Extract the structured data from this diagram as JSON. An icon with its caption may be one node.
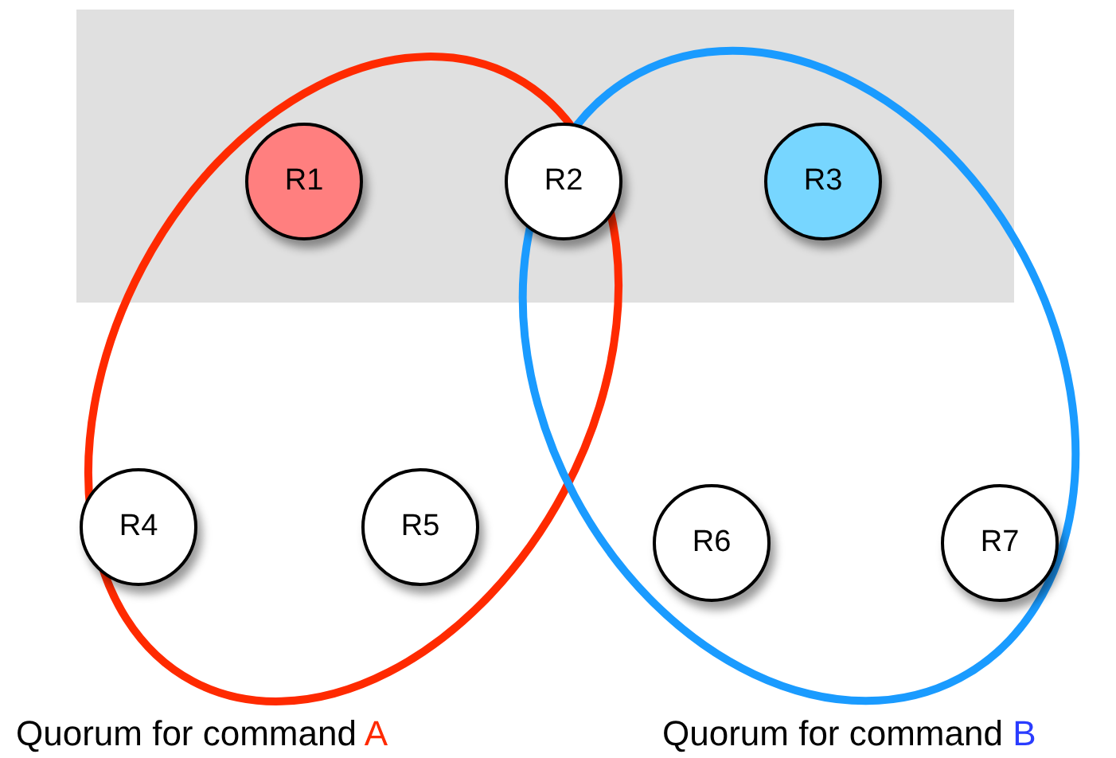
{
  "diagram": {
    "nodes": [
      {
        "text": [],
        "shape": "box"
      },
      {
        "text": [],
        "shape": "ellipse",
        "beside": [
          "Quorum for command A"
        ]
      },
      {
        "text": [],
        "shape": "ellipse",
        "beside": [
          "Quorum for command B"
        ]
      },
      {
        "text": [
          "R1"
        ]
      },
      {
        "text": [
          "R2"
        ]
      },
      {
        "text": [
          "R3"
        ]
      },
      {
        "text": [
          "R4"
        ],
        "in": 1
      },
      {
        "text": [
          "R5"
        ],
        "in": 1
      },
      {
        "text": [
          "R6"
        ],
        "in": 2
      },
      {
        "text": [
          "R7"
        ],
        "in": 2
      }
    ],
    "edges": []
  }
}
